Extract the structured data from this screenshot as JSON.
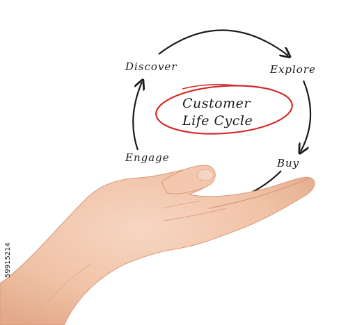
{
  "diagram": {
    "center": {
      "line1": "Customer",
      "line2": "Life Cycle",
      "ellipse_color": "#d42a2a"
    },
    "stages": [
      {
        "label": "Discover"
      },
      {
        "label": "Explore"
      },
      {
        "label": "Buy"
      },
      {
        "label": "Engage"
      }
    ],
    "arrow_color": "#1a1a1a",
    "flow": "clockwise"
  },
  "image": {
    "subject": "open palm hand holding diagram",
    "skin_color": "#f2c7ad",
    "stock_id": "59915214"
  }
}
